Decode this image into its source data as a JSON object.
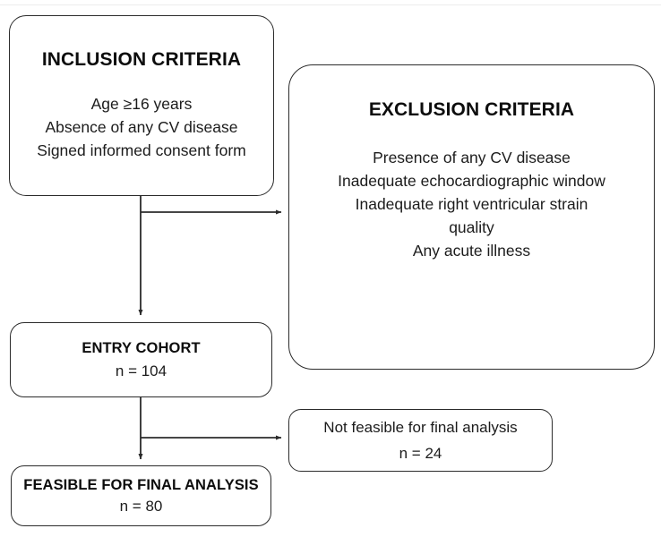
{
  "figure": {
    "kind": "study-flow-diagram",
    "stroke_color": "#2b2b2b",
    "text_color": "#111111",
    "background": "#ffffff"
  },
  "nodes": {
    "inclusion": {
      "title": "INCLUSION CRITERIA",
      "lines": [
        "Age ≥16 years",
        "Absence of any CV disease",
        "Signed informed consent form"
      ]
    },
    "exclusion": {
      "title": "EXCLUSION CRITERIA",
      "lines": [
        "Presence of any CV disease",
        "Inadequate echocardiographic window",
        "Inadequate right ventricular strain",
        "quality",
        "Any acute illness"
      ]
    },
    "entry_cohort": {
      "title": "ENTRY COHORT",
      "count": "n = 104"
    },
    "not_feasible": {
      "title": "Not feasible for final analysis",
      "count": "n = 24"
    },
    "feasible": {
      "title": "FEASIBLE FOR FINAL ANALYSIS",
      "count": "n = 80"
    }
  },
  "edges": [
    {
      "name": "inclusion-to-exclusion",
      "from": "inclusion",
      "to": "exclusion",
      "label": ""
    },
    {
      "name": "inclusion-to-entry-cohort",
      "from": "inclusion",
      "to": "entry_cohort",
      "label": ""
    },
    {
      "name": "entry-cohort-to-not-feasible",
      "from": "entry_cohort",
      "to": "not_feasible",
      "label": ""
    },
    {
      "name": "entry-cohort-to-feasible",
      "from": "entry_cohort",
      "to": "feasible",
      "label": ""
    }
  ]
}
